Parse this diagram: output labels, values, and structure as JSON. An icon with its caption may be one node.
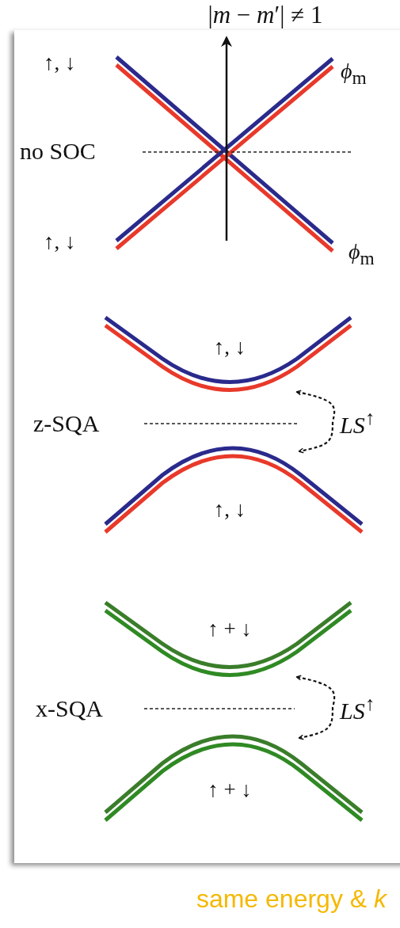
{
  "diagram": {
    "title": "|*m* − *m*′| ≠ 1",
    "nodes": [
      {
        "text": [
          "↑, ↓"
        ]
      },
      {
        "text": [
          "↑, ↓"
        ]
      },
      {
        "text": [
          "↑ + ↓"
        ]
      },
      {
        "text": [
          "↑ + ↓"
        ]
      }
    ],
    "edges": [
      {
        "from": 0,
        "to": 1,
        "arrow": "both",
        "style": "dashed",
        "label": "*LS*$^{↑}$"
      },
      {
        "from": 2,
        "to": 3,
        "arrow": "both",
        "style": "dashed",
        "label": "*LS*$^{↑}$"
      }
    ],
    "labels": [
      "↑, ↓",
      "*ϕ*$_{m}$",
      "no SOC",
      "↑, ↓",
      "*ϕ*$_{m}$",
      "z-SQA",
      "x-SQA"
    ],
    "caption": "same energy & *k*"
  }
}
